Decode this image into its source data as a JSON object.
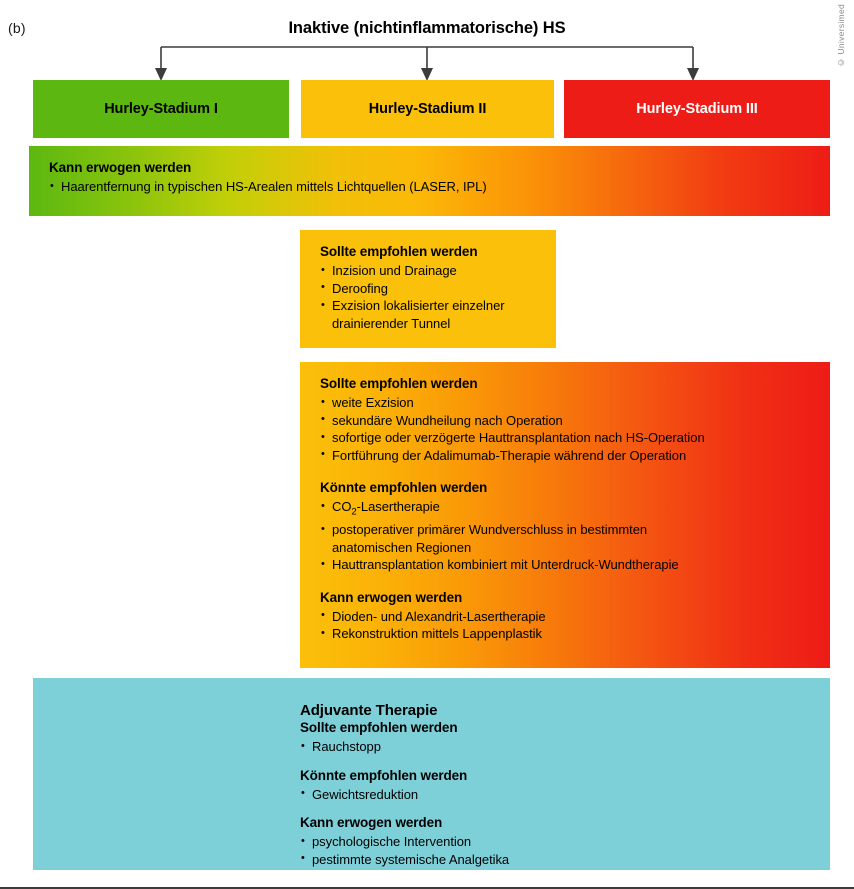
{
  "figure": {
    "panel_label": "(b)",
    "title": "Inaktive (nichtinflammatorische) HS",
    "copyright": "© Universimed"
  },
  "stages": [
    {
      "name": "hurley-1",
      "label": "Hurley-Stadium I",
      "color": "#5cb811",
      "text_color": "#000000"
    },
    {
      "name": "hurley-2",
      "label": "Hurley-Stadium II",
      "color": "#fbc00a",
      "text_color": "#000000"
    },
    {
      "name": "hurley-3",
      "label": "Hurley-Stadium III",
      "color": "#ed1c16",
      "text_color": "#ffffff"
    }
  ],
  "all_stages_panel": {
    "heading": "Kann erwogen werden",
    "items": [
      "Haarentfernung in typischen HS-Arealen mittels Lichtquellen (LASER, IPL)"
    ]
  },
  "stage2_panel": {
    "heading": "Sollte empfohlen werden",
    "items": [
      "Inzision und Drainage",
      "Deroofing",
      "Exzision lokalisierter einzelner"
    ],
    "item3_continuation": "drainierender Tunnel"
  },
  "stage3_panel": {
    "block1": {
      "heading": "Sollte empfohlen werden",
      "items": [
        "weite Exzision",
        "sekundäre Wundheilung nach Operation",
        "sofortige oder verzögerte Hauttransplantation nach HS-Operation",
        "Fortführung der Adalimumab-Therapie während der Operation"
      ]
    },
    "block2": {
      "heading": "Könnte empfohlen werden",
      "item1_pre": "CO",
      "item1_sub": "2",
      "item1_post": "-Lasertherapie",
      "item2": "postoperativer primärer Wundverschluss in bestimmten",
      "item2_continuation": "anatomischen Regionen",
      "item3": "Hauttransplantation kombiniert mit Unterdruck-Wundtherapie"
    },
    "block3": {
      "heading": "Kann erwogen werden",
      "items": [
        "Dioden- und Alexandrit-Lasertherapie",
        "Rekonstruktion mittels Lappenplastik"
      ]
    }
  },
  "adjuvant_panel": {
    "title": "Adjuvante Therapie",
    "block1": {
      "heading": "Sollte empfohlen werden",
      "items": [
        "Rauchstopp"
      ]
    },
    "block2": {
      "heading": "Könnte empfohlen werden",
      "items": [
        "Gewichtsreduktion"
      ]
    },
    "block3": {
      "heading": "Kann erwogen werden",
      "items": [
        "psychologische Intervention",
        "pestimmte systemische Analgetika"
      ]
    }
  }
}
